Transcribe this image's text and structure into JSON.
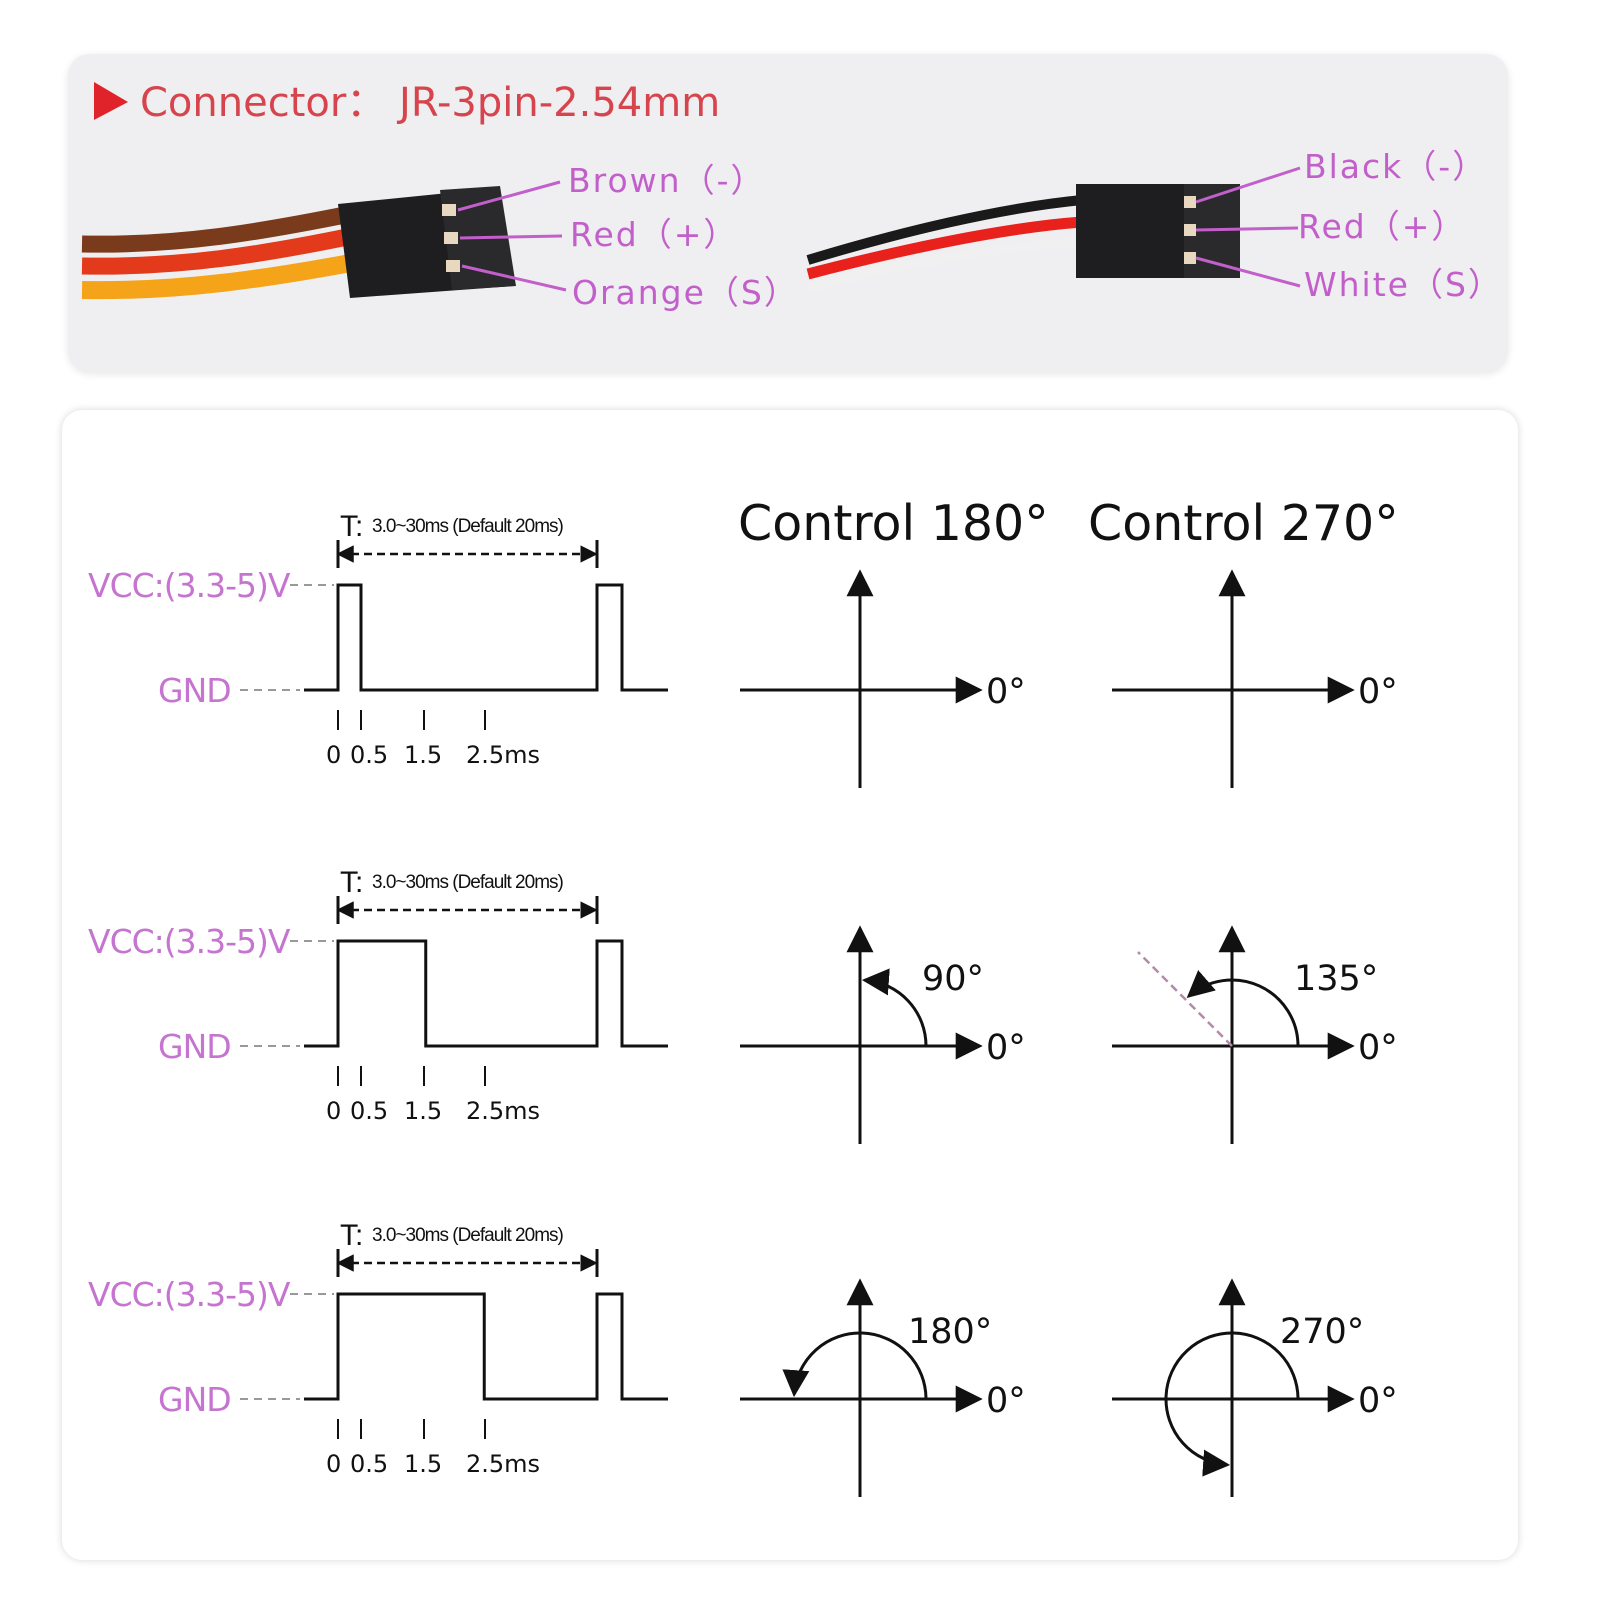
{
  "connector": {
    "title": "Connector： JR-3pin-2.54mm",
    "left_pins": [
      "Brown（-）",
      "Red（+）",
      "Orange（S）"
    ],
    "right_pins": [
      "Black（-）",
      "Red（+）",
      "White（S）"
    ],
    "left_wire_colors": [
      "#7a3a1c",
      "#e23a1a",
      "#f5a41a"
    ],
    "right_wire_colors": [
      "#1a1a1a",
      "#e8211c",
      "#f0f0f0"
    ],
    "title_color": "#d6454d",
    "label_color": "#c25fcb"
  },
  "timing": {
    "period_T": "T:",
    "period_text": "3.0~30ms (Default 20ms)",
    "vcc_label": "VCC:(3.3-5)V",
    "gnd_label": "GND",
    "tick_labels": [
      "0",
      "0.5",
      "1.5",
      "2.5ms"
    ]
  },
  "control_titles": [
    "Control 180°",
    "Control 270°"
  ],
  "zero_label": "0°",
  "rows": [
    {
      "pulse_width_ms": 0.5,
      "angle_180": "",
      "angle_270": ""
    },
    {
      "pulse_width_ms": 1.5,
      "angle_180": "90°",
      "angle_270": "135°"
    },
    {
      "pulse_width_ms": 2.5,
      "angle_180": "180°",
      "angle_270": "270°"
    }
  ]
}
